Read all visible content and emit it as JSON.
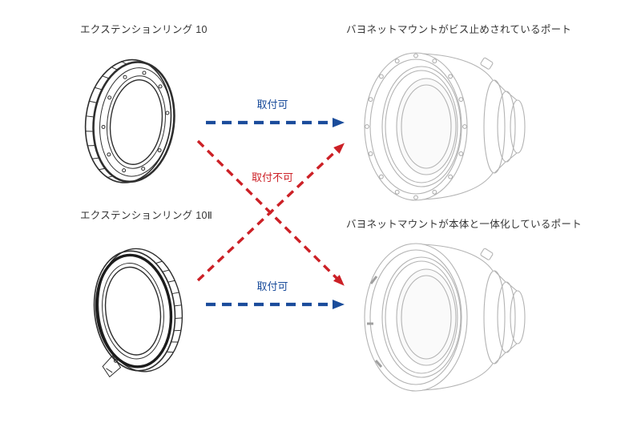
{
  "diagram": {
    "ring10": {
      "label": "エクステンションリング 10"
    },
    "ring10ii": {
      "label": "エクステンションリング 10Ⅱ"
    },
    "port_screwed": {
      "label": "バヨネットマウントがビス止めされているポート"
    },
    "port_integrated": {
      "label": "バヨネットマウントが本体と一体化しているポート"
    },
    "arrows": {
      "ok_top": "取付可",
      "ng": "取付不可",
      "ok_bottom": "取付可"
    },
    "colors": {
      "ok_blue": "#1a4c9b",
      "ng_red": "#cc2026",
      "text": "#333333",
      "line_art_dark": "#2e2e2e",
      "line_art_light": "#b3b3b3"
    }
  }
}
